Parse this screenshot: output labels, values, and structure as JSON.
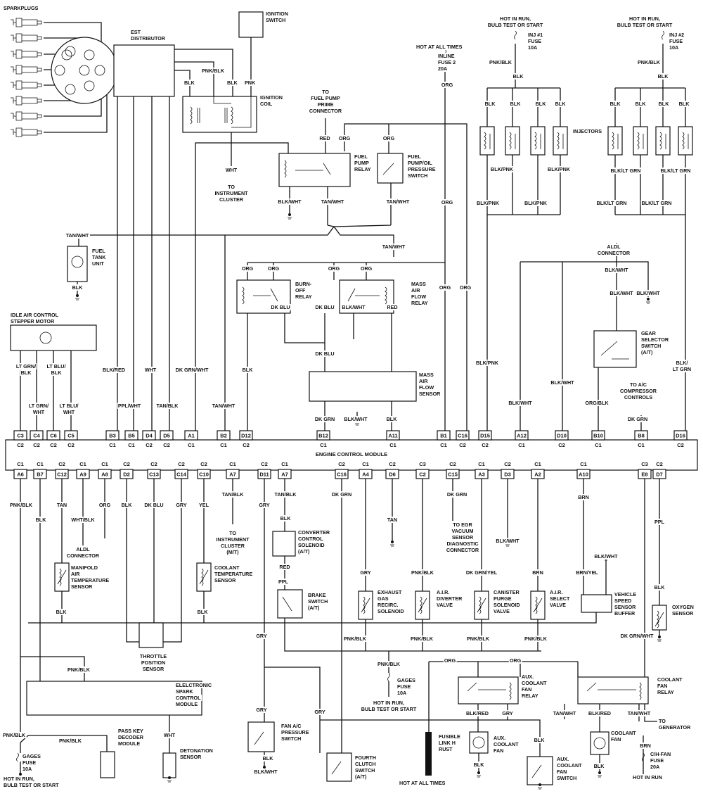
{
  "labels": {
    "sparkplugs": "SPARKPLUGS",
    "est_distributor": [
      "EST",
      "DISTRIBUTOR"
    ],
    "ignition_switch": [
      "IGNITION",
      "SWITCH"
    ],
    "dist_pnkblk": "PNK/BLK",
    "dist_blk1": "BLK",
    "dist_blk2": "BLK",
    "switch_pnk": "PNK",
    "ignition_coil": [
      "IGNITION",
      "COIL"
    ],
    "coil_wht": "WHT",
    "to_instrument_cluster": [
      "TO",
      "INSTRUMENT",
      "CLUSTER"
    ],
    "fuel_pump_prime": [
      "TO",
      "FUEL PUMP",
      "PRIME",
      "CONNECTOR"
    ],
    "fpr_red": "RED",
    "fpr_org": "ORG",
    "fpos_org": "ORG",
    "fuel_pump_relay": [
      "FUEL",
      "PUMP",
      "RELAY"
    ],
    "fuel_pump_oil_switch": [
      "FUEL",
      "PUMP/OIL",
      "PRESSURE",
      "SWITCH"
    ],
    "fpr_blkwht": "BLK/WHT",
    "fpr_tanwht": "TAN/WHT",
    "fpos_tanwht": "TAN/WHT",
    "hot_at_all_times_1": "HOT AT ALL TIMES",
    "inline_fuse": [
      "INLINE",
      "FUSE 2",
      "20A"
    ],
    "inline_org": "ORG",
    "hot_in_run_1": [
      "HOT IN RUN,",
      "BULB TEST OR START"
    ],
    "inj1_fuse": [
      "INJ #1",
      "FUSE",
      "10A"
    ],
    "inj1_pnkblk": "PNK/BLK",
    "inj1_blk": "BLK",
    "inj_blk_a": "BLK",
    "inj_blk_b": "BLK",
    "inj_blk_c": "BLK",
    "inj_blk_d": "BLK",
    "injectors": "INJECTORS",
    "inj_blkpnk_a": "BLK/PNK",
    "inj_blkpnk_b": "BLK/PNK",
    "inj_blkpnk_c": "BLK/PNK",
    "inj_blkpnk_d": "BLK/PNK",
    "hot_in_run_2": [
      "HOT IN RUN,",
      "BULB TEST OR START"
    ],
    "inj2_fuse": [
      "INJ #2",
      "FUSE",
      "10A"
    ],
    "inj2_pnkblk": "PNK/BLK",
    "inj2_blk": "BLK",
    "inj2_blk_a": "BLK",
    "inj2_blk_b": "BLK",
    "inj2_blk_c": "BLK",
    "inj2_blk_d": "BLK",
    "inj2_ltgrn_a": "BLK/LT GRN",
    "inj2_ltgrn_b": "BLK/LT GRN",
    "inj2_ltgrn_c": "BLK/LT GRN",
    "inj2_ltgrn_d": "BLK/LT GRN",
    "org_main": "ORG",
    "tank_tanwht": "TAN/WHT",
    "fuel_tank_unit": [
      "FUEL",
      "TANK",
      "UNIT"
    ],
    "tank_blk": "BLK",
    "relay_tanwht": "TAN/WHT",
    "burn_org_a": "ORG",
    "burn_org_b": "ORG",
    "maf_org_a": "ORG",
    "maf_org_b": "ORG",
    "burn_off_relay": [
      "BURN-",
      "OFF",
      "RELAY"
    ],
    "maf_relay": [
      "MASS",
      "AIR",
      "FLOW",
      "RELAY"
    ],
    "burn_dkblu": "DK BLU",
    "maf_dkblu": "DK BLU",
    "maf_blkwht": "BLK/WHT",
    "maf_red": "RED",
    "org_b1": "ORG",
    "org_c16": "ORG",
    "aldl_connector": [
      "ALDL",
      "CONNECTOR"
    ],
    "aldl_blkwht": "BLK/WHT",
    "aldl_blkwht_b": "BLK/WHT",
    "aldl_blkwht_c": "BLK/WHT",
    "gear_selector_switch": [
      "GEAR",
      "SELECTOR",
      "SWITCH",
      "(A/T)"
    ],
    "iac_motor": [
      "IDLE AIR CONTROL",
      "STEPPER MOTOR"
    ],
    "iac_ltgrnblk": [
      "LT GRN/",
      "BLK"
    ],
    "iac_ltblublk": [
      "LT BLU/",
      "BLK"
    ],
    "iac_ltgrnwht": [
      "LT GRN/",
      "WHT"
    ],
    "iac_ltbluwht": [
      "LT BLU/",
      "WHT"
    ],
    "b3_blkred": "BLK/RED",
    "b5_pplwht": "PPL/WHT",
    "d4_wht": "WHT",
    "d5_tanblk": "TAN/BLK",
    "a1_dkgrnwht": "DK GRN/WHT",
    "b2_tanwht": "TAN/WHT",
    "d12_blk": "BLK",
    "maf_dkblu2": "DK BLU",
    "maf_sensor": [
      "MASS",
      "AIR",
      "FLOW",
      "SENSOR"
    ],
    "b12_dkgrn": "DK GRN",
    "maf_sensor_blkwht": "BLK/WHT",
    "a11_blk": "BLK",
    "d15_blkpnk": "BLK/PNK",
    "a12_blkwht": "BLK/WHT",
    "d10_blkwht": "BLK/WHT",
    "b10_orgblk": "ORG/BLK",
    "to_ac_compressor": [
      "TO A/C",
      "COMPRESSOR",
      "CONTROLS"
    ],
    "b8_dkgrn": "DK GRN",
    "d16_blkltgrn": [
      "BLK/",
      "LT GRN"
    ],
    "a6_pnkblk": "PNK/BLK",
    "b7_blk": "BLK",
    "c12_tan": "TAN",
    "a9_whtblk": "WHT/BLK",
    "a8_org": "ORG",
    "d2_blk": "BLK",
    "c13_dkblu": "DK BLU",
    "c14_gry": "GRY",
    "c10_yel": "YEL",
    "a7_tanblk": "TAN/BLK",
    "to_cluster_mt": [
      "TO",
      "INSTRUMENT",
      "CLUSTER",
      "(M/T)"
    ],
    "d11_gry": "GRY",
    "a7b_tanblk": "TAN/BLK",
    "conv_blk": "BLK",
    "converter_solenoid": [
      "CONVERTER",
      "CONTROL",
      "SOLENOID",
      "(A/T)"
    ],
    "conv_red": "RED",
    "conv_ppl": "PPL",
    "brake_switch": [
      "BRAKE",
      "SWITCH",
      "(A/T)"
    ],
    "c16_dkgrn": "DK GRN",
    "a4_gry": "GRY",
    "d6_tan": "TAN",
    "c2_pnkblk": "PNK/BLK",
    "c15_dkgrn": "DK GRN",
    "to_egr": [
      "TO EGR",
      "VACUUM",
      "SENSOR",
      "DIAGNOSTIC",
      "CONNECTOR"
    ],
    "a3_dkgrnyel": "DK GRN/YEL",
    "d3_blkwht": "BLK/WHT",
    "a2_brn": "BRN",
    "a10_brn": "BRN",
    "vss_blkwht": "BLK/WHT",
    "vss_brnyel": "BRN/YEL",
    "d7_ppl": "PPL",
    "oxy_blk": "BLK",
    "aldl_connector_2": [
      "ALDL",
      "CONNECTOR"
    ],
    "mat_sensor": [
      "MANIFOLD",
      "AIR",
      "TEMPERATURE",
      "SENSOR"
    ],
    "coolant_temp_sensor": [
      "COOLANT",
      "TEMPERATURE",
      "SENSOR"
    ],
    "mat_blk": "BLK",
    "cts_blk": "BLK",
    "tps": [
      "THROTTLE",
      "POSITION",
      "SENSOR"
    ],
    "egr_solenoid": [
      "EXHAUST",
      "GAS",
      "RECIRC.",
      "SOLENOID"
    ],
    "air_diverter": [
      "A.I.R.",
      "DIVERTER",
      "VALVE"
    ],
    "canister_purge": [
      "CANISTER",
      "PURGE",
      "SOLENOID",
      "VALVE"
    ],
    "air_select": [
      "A.I.R.",
      "SELECT",
      "VALVE"
    ],
    "vss_buffer": [
      "VEHICLE",
      "SPEED",
      "SENSOR",
      "BUFFER"
    ],
    "oxygen_sensor": [
      "OXYGEN",
      "SENSOR"
    ],
    "bus_pnkblk_a": "PNK/BLK",
    "bus_pnkblk_b": "PNK/BLK",
    "bus_pnkblk_c": "PNK/BLK",
    "bus_pnkblk_d": "PNK/BLK",
    "esc_pnkblk": "PNK/BLK",
    "gages_pnkblk": "PNK/BLK",
    "gages_fuse_2": [
      "GAGES",
      "FUSE",
      "10A"
    ],
    "hot_in_run_3": [
      "HOT IN RUN,",
      "BULB TEST OR START"
    ],
    "e8_dkgrnwht": "DK GRN/WHT",
    "relay_org_a": "ORG",
    "relay_org_b": "ORG",
    "aux_fan_relay": [
      "AUX.",
      "COOLANT",
      "FAN",
      "RELAY"
    ],
    "coolant_fan_relay": [
      "COOLANT",
      "FAN",
      "RELAY"
    ],
    "aux_blkred": "BLK/RED",
    "aux_gry": "GRY",
    "aux_tanwht": "TAN/WHT",
    "cf_blkred": "BLK/RED",
    "cf_tanwht": "TAN/WHT",
    "to_generator": [
      "TO",
      "GENERATOR"
    ],
    "esc_module": [
      "ELELCTRONIC",
      "SPARK",
      "CONTROL",
      "MODULE"
    ],
    "d11_gry_b": "GRY",
    "d11_gry_c": "GRY",
    "gry_line": "GRY",
    "fan_ac_switch": [
      "FAN A/C",
      "PRESSURE",
      "SWITCH"
    ],
    "fan_ac_blk": "BLK",
    "fan_ac_blkwht": "BLK/WHT",
    "gages_pnkblk_a": "PNK/BLK",
    "gages_pnkblk_b": "PNK/BLK",
    "det_wht": "WHT",
    "pass_key": [
      "PASS KEY",
      "DECODER",
      "MODULE"
    ],
    "detonation_sensor": [
      "DETONATION",
      "SENSOR"
    ],
    "gages_fuse_1": [
      "GAGES",
      "FUSE",
      "10A"
    ],
    "hot_in_run_4": [
      "HOT IN RUN,",
      "BULB TEST OR START"
    ],
    "fourth_clutch": [
      "FOURTH",
      "CLUTCH",
      "SWITCH",
      "(A/T)"
    ],
    "fusible_link": [
      "FUSIBLE",
      "LINK H",
      "RUST"
    ],
    "hot_at_all_times_2": "HOT AT ALL TIMES",
    "aux_coolant_fan": [
      "AUX.",
      "COOLANT",
      "FAN"
    ],
    "aux_fan_blk": "BLK",
    "aux_switch_blk": "BLK",
    "aux_fan_switch": [
      "AUX.",
      "COOLANT",
      "FAN",
      "SWITCH"
    ],
    "cf_brn": "BRN",
    "chfan_fuse": [
      "C/H-FAN",
      "FUSE",
      "20A"
    ],
    "hot_in_run_5": "HOT IN RUN",
    "coolant_fan": [
      "COOLANT",
      "FAN"
    ],
    "cf_blk": "BLK"
  },
  "ecm": {
    "title": "ENGINE CONTROL MODULE",
    "top_pins": [
      {
        "pin": "C3",
        "conn": "C2"
      },
      {
        "pin": "C4",
        "conn": "C2"
      },
      {
        "pin": "C6",
        "conn": "C2"
      },
      {
        "pin": "C5",
        "conn": "C2"
      },
      {
        "pin": "B3",
        "conn": "C1"
      },
      {
        "pin": "B5",
        "conn": "C1"
      },
      {
        "pin": "D4",
        "conn": "C2"
      },
      {
        "pin": "D5",
        "conn": "C2"
      },
      {
        "pin": "A1",
        "conn": "C1"
      },
      {
        "pin": "B2",
        "conn": "C1"
      },
      {
        "pin": "D12",
        "conn": "C2"
      },
      {
        "pin": "B12",
        "conn": "C1"
      },
      {
        "pin": "A11",
        "conn": "C1"
      },
      {
        "pin": "B1",
        "conn": "C1"
      },
      {
        "pin": "C16",
        "conn": "C2"
      },
      {
        "pin": "D15",
        "conn": "C2"
      },
      {
        "pin": "A12",
        "conn": "C1"
      },
      {
        "pin": "D10",
        "conn": "C2"
      },
      {
        "pin": "B10",
        "conn": "C1"
      },
      {
        "pin": "B8",
        "conn": "C1"
      },
      {
        "pin": "D16",
        "conn": "C2"
      }
    ],
    "bottom_pins": [
      {
        "pin": "A6",
        "conn": "C1"
      },
      {
        "pin": "B7",
        "conn": "C1"
      },
      {
        "pin": "C12",
        "conn": "C2"
      },
      {
        "pin": "A9",
        "conn": "C1"
      },
      {
        "pin": "A8",
        "conn": "C1"
      },
      {
        "pin": "D2",
        "conn": "C2"
      },
      {
        "pin": "C13",
        "conn": "C2"
      },
      {
        "pin": "C14",
        "conn": "C2"
      },
      {
        "pin": "C10",
        "conn": "C2"
      },
      {
        "pin": "A7",
        "conn": "C1"
      },
      {
        "pin": "D11",
        "conn": "C2"
      },
      {
        "pin": "A7",
        "conn": "C1"
      },
      {
        "pin": "C16",
        "conn": "C2"
      },
      {
        "pin": "A4",
        "conn": "C1"
      },
      {
        "pin": "D6",
        "conn": "C2"
      },
      {
        "pin": "C2",
        "conn": "C3"
      },
      {
        "pin": "C15",
        "conn": "C2"
      },
      {
        "pin": "A3",
        "conn": "C1"
      },
      {
        "pin": "D3",
        "conn": "C2"
      },
      {
        "pin": "A2",
        "conn": "C1"
      },
      {
        "pin": "A10",
        "conn": "C1"
      },
      {
        "pin": "E8",
        "conn": "C3"
      },
      {
        "pin": "D7",
        "conn": "C2"
      }
    ]
  }
}
